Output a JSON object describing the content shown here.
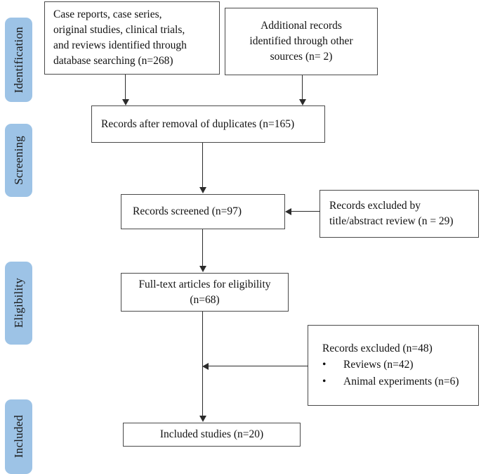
{
  "diagram": {
    "type": "prisma-flow-diagram",
    "accent_color": "#9dc3e6",
    "line_color": "#2b2b2b",
    "box_border_color": "#4a4a4a",
    "background": "#ffffff"
  },
  "stages": [
    {
      "id": "identification",
      "label": "Identification"
    },
    {
      "id": "screening",
      "label": "Screening"
    },
    {
      "id": "eligibility",
      "label": "Eligibility"
    },
    {
      "id": "included",
      "label": "Included"
    }
  ],
  "boxes": {
    "database_search": {
      "lines": [
        "Case reports, case series,",
        "original studies, clinical trials,",
        "and reviews identified through",
        "database searching (n=268)"
      ]
    },
    "other_sources": {
      "lines": [
        "Additional records",
        "identified through other",
        "sources (n= 2)"
      ]
    },
    "duplicates_removed": {
      "lines": [
        "Records after removal of duplicates (n=165)"
      ]
    },
    "records_screened": {
      "lines": [
        "Records screened (n=97)"
      ]
    },
    "excluded_title_abstract": {
      "lines": [
        "Records excluded by",
        "title/abstract review (n = 29)"
      ]
    },
    "fulltext_eligibility": {
      "lines": [
        "Full-text articles for eligibility",
        "(n=68)"
      ]
    },
    "excluded_fulltext": {
      "heading": "Records excluded (n=48)",
      "bullet_glyph": "•",
      "bullets": [
        "Reviews (n=42)",
        "Animal experiments (n=6)"
      ]
    },
    "included_studies": {
      "lines": [
        "Included studies (n=20)"
      ]
    }
  }
}
